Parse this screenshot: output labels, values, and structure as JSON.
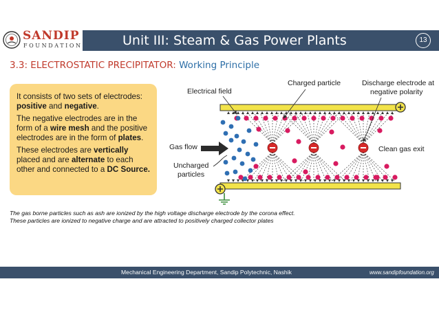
{
  "logo": {
    "name": "SANDIP",
    "subtitle": "FOUNDATION"
  },
  "header": {
    "title": "Unit III: Steam & Gas Power Plants",
    "page_number": "13"
  },
  "section": {
    "number": "3.3: ELECTROSTATIC PRECIPITATOR:",
    "subtitle": "Working Principle"
  },
  "info_box": {
    "p1_a": "It consists of two sets of electrodes: ",
    "p1_b": "positive",
    "p1_c": " and ",
    "p1_d": "negative",
    "p1_e": ".",
    "p2_a": "The negative electrodes are in the form of a ",
    "p2_b": "wire mesh",
    "p2_c": " and the positive electrodes are in the form of ",
    "p2_d": "plates",
    "p2_e": ".",
    "p3_a": " These electrodes are ",
    "p3_b": "vertically",
    "p3_c": " placed and are ",
    "p3_d": "alternate",
    "p3_e": " to each other and connected to a ",
    "p3_f": "DC Source.",
    "p3_g": ""
  },
  "diagram": {
    "labels": {
      "electrical_field": "Electrical field",
      "charged_particle": "Charged particle",
      "discharge_electrode_1": "Discharge electrode at",
      "discharge_electrode_2": "negative polarity",
      "gas_flow": "Gas flow",
      "uncharged_1": "Uncharged",
      "uncharged_2": "particles",
      "clean_gas_exit": "Clean gas exit"
    },
    "colors": {
      "plate": "#f2e34a",
      "charge": "#d81b60",
      "particle": "#2f6fb3",
      "ground": "#3c8d3c"
    }
  },
  "notes": {
    "line1": "The gas borne particles such as ash are ionized by the high voltage discharge electrode by the corona effect.",
    "line2": "These particles are ionized to negative charge and are attracted to positively charged collector plates"
  },
  "footer": {
    "department": "Mechanical Engineering Department, Sandip Polytechnic, Nashik",
    "website": "www.sandipfoundation.org"
  }
}
